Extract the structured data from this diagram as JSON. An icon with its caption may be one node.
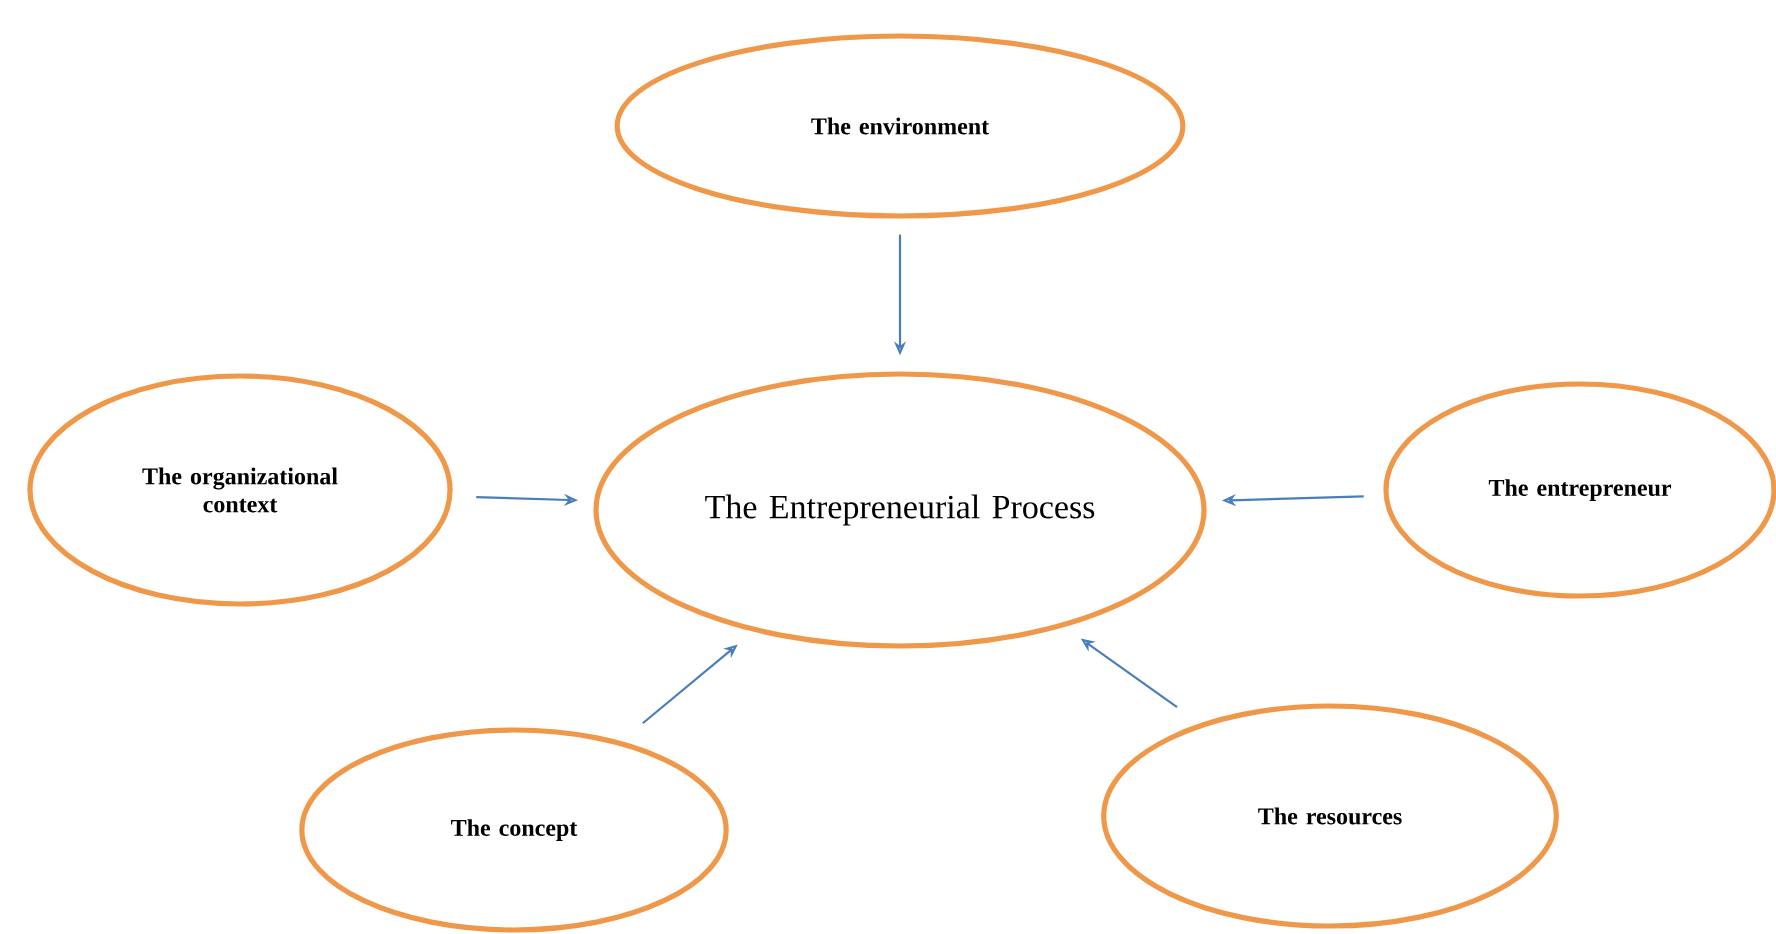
{
  "diagram": {
    "nodes": [
      {
        "text": [
          "The environment"
        ]
      },
      {
        "text": [
          "The organizational context"
        ]
      },
      {
        "text": [
          "The Entrepreneurial Process"
        ]
      },
      {
        "text": [
          "The entrepreneur"
        ]
      },
      {
        "text": [
          "The concept"
        ]
      },
      {
        "text": [
          "The resources"
        ]
      }
    ],
    "edges": [
      {
        "from": 0,
        "to": 2,
        "arrow": "to"
      },
      {
        "from": 1,
        "to": 2,
        "arrow": "to"
      },
      {
        "from": 3,
        "to": 2,
        "arrow": "to"
      },
      {
        "from": 4,
        "to": 2,
        "arrow": "to"
      },
      {
        "from": 5,
        "to": 2,
        "arrow": "to"
      }
    ]
  }
}
